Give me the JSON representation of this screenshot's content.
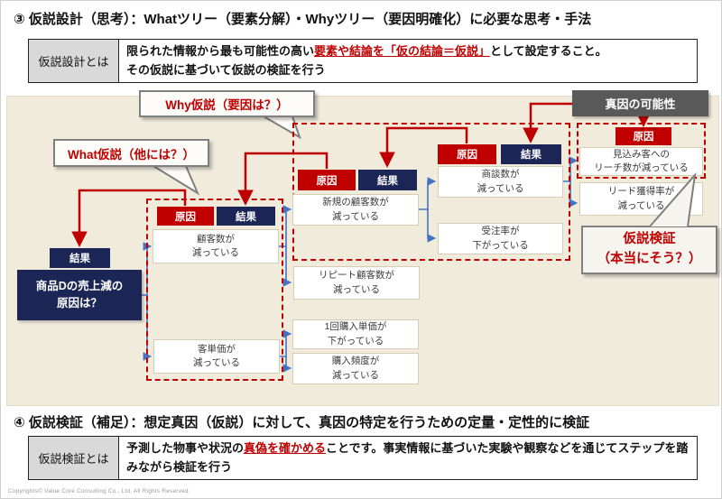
{
  "section3": {
    "title": "③ 仮説設計（思考）：Whatツリー（要素分解）・Whyツリー（要因明確化）に必要な思考・手法",
    "term": "仮説設計とは",
    "def_pre": "限られた情報から最も可能性の高い",
    "def_highlight": "要素や結論を「仮の結論＝仮説」",
    "def_post": "として設定すること。",
    "def_line2": "その仮説に基づいて仮説の検証を行う"
  },
  "diagram": {
    "why_callout": "Why仮説（要因は？）",
    "what_callout": "What仮説（他には？）",
    "true_cause": "真因の可能性",
    "verify_callout": "仮説検証\n（本当にそう？）",
    "cause_label": "原因",
    "result_label": "結果",
    "root_node": "商品Dの売上減の\n原因は？",
    "nodes": {
      "customers": "顧客数が\n減っている",
      "unit_price": "客単価が\n減っている",
      "new_customers": "新規の顧客数が\n減っている",
      "repeat_customers": "リピート顧客数が\n減っている",
      "purchase_price": "1回購入単価が\n下がっている",
      "purchase_freq": "購入頻度が\n減っている",
      "meetings": "商談数が\n減っている",
      "order_rate": "受注率が\n下がっている",
      "reach": "見込み客への\nリーチ数が減っている",
      "lead_rate": "リード獲得率が\n減っている"
    }
  },
  "section4": {
    "title": "④ 仮説検証（補足）：想定真因（仮説）に対して、真因の特定を行うための定量・定性的に検証",
    "term": "仮説検証とは",
    "def_pre": "予測した物事や状況の",
    "def_highlight": "真偽を確かめる",
    "def_post": "ことです。事実情報に基づいた実験や観察などを通じてステップを踏みながら検証を行う"
  },
  "footer": "Copyrights© Value Core Consulting Co., Ltd.  All Rights Reserved.",
  "colors": {
    "red": "#c00000",
    "navy": "#1c2656",
    "beige": "#f1ebdc",
    "dark_gray": "#595959",
    "blue": "#4472c4"
  }
}
